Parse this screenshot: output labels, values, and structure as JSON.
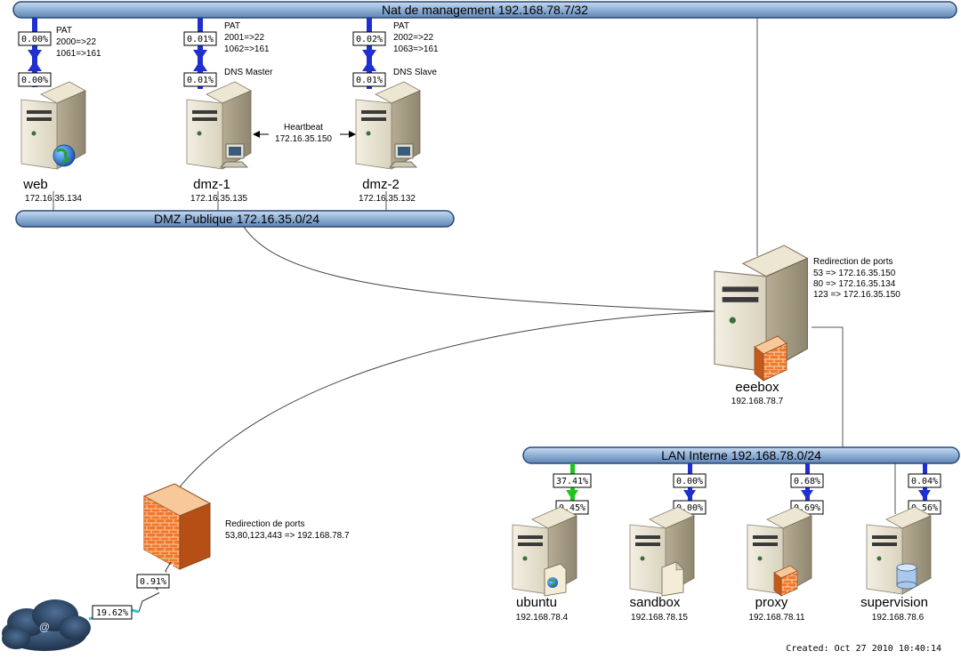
{
  "colors": {
    "bus_fill": "#8fb0d6",
    "bus_stroke": "#2a4a78",
    "link_blue": "#1f2fd0",
    "link_green": "#1fc41f",
    "link_cyan": "#22c8d8",
    "firewall_orange": "#f07a30"
  },
  "buses": {
    "management": "Nat de management 192.168.78.7/32",
    "dmz": "DMZ Publique 172.16.35.0/24",
    "lan": "LAN Interne 192.168.78.0/24"
  },
  "nodes": {
    "web": {
      "name": "web",
      "ip": "172.16.35.134",
      "icon": "globe-icon"
    },
    "dmz1": {
      "name": "dmz-1",
      "ip": "172.16.35.135",
      "icon": "workstation-icon"
    },
    "dmz2": {
      "name": "dmz-2",
      "ip": "172.16.35.132",
      "icon": "workstation-icon"
    },
    "eeebox": {
      "name": "eeebox",
      "ip": "192.168.78.7",
      "icon": "firewall-icon"
    },
    "ubuntu": {
      "name": "ubuntu",
      "ip": "192.168.78.4",
      "icon": "document-globe-icon"
    },
    "sandbox": {
      "name": "sandbox",
      "ip": "192.168.78.15",
      "icon": "document-icon"
    },
    "proxy": {
      "name": "proxy",
      "ip": "192.168.78.11",
      "icon": "firewall-icon"
    },
    "supervision": {
      "name": "supervision",
      "ip": "192.168.78.6",
      "icon": "database-icon"
    }
  },
  "notes": {
    "web": [
      "PAT",
      "2000=>22",
      "1061=>161"
    ],
    "dmz1": [
      "PAT",
      "2001=>22",
      "1062=>161"
    ],
    "dmz2": [
      "PAT",
      "2002=>22",
      "1063=>161"
    ],
    "dmz1_role": "DNS Master",
    "dmz2_role": "DNS Slave",
    "heartbeat": [
      "Heartbeat",
      "172.16.35.150"
    ],
    "eeebox": [
      "Redirection de ports",
      "53 => 172.16.35.150",
      "80 => 172.16.35.134",
      "123 => 172.16.35.150"
    ],
    "firewall": [
      "Redirection de ports",
      "53,80,123,443 => 192.168.78.7"
    ]
  },
  "rates": {
    "web_out": "0.00%",
    "web_in": "0.00%",
    "dmz1_out": "0.01%",
    "dmz1_in": "0.01%",
    "dmz2_out": "0.02%",
    "dmz2_in": "0.01%",
    "ubuntu_out": "37.41%",
    "ubuntu_in": "0.45%",
    "sandbox_out": "0.00%",
    "sandbox_in": "0.00%",
    "proxy_out": "0.68%",
    "proxy_in": "0.69%",
    "supervision_out": "0.04%",
    "supervision_in": "0.56%",
    "firewall_link": "0.91%",
    "internet_link": "19.62%"
  },
  "internet": {
    "symbol": "@"
  },
  "footer": "Created: Oct 27 2010 10:40:14"
}
